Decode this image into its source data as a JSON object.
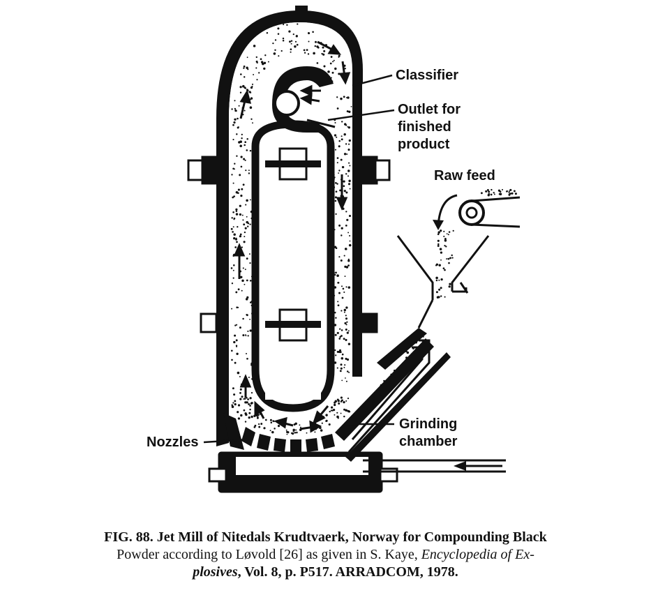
{
  "labels": {
    "classifier": "Classifier",
    "outlet_line1": "Outlet for",
    "outlet_line2": "finished",
    "outlet_line3": "product",
    "raw_feed": "Raw feed",
    "nozzles": "Nozzles",
    "grinding_line1": "Grinding",
    "grinding_line2": "chamber"
  },
  "caption": {
    "line1": "FIG. 88. Jet Mill of Nitedals Krudtvaerk, Norway for Compounding Black",
    "line2_a": "Powder according to Løvold [26] as given in S. Kaye,",
    "line2_b": "Encyclopedia of Ex-",
    "line3_a": "plosives",
    "line3_b": ", Vol. 8, p. P517. ARRADCOM, 1978."
  },
  "colors": {
    "ink": "#111111",
    "paper": "#ffffff"
  }
}
